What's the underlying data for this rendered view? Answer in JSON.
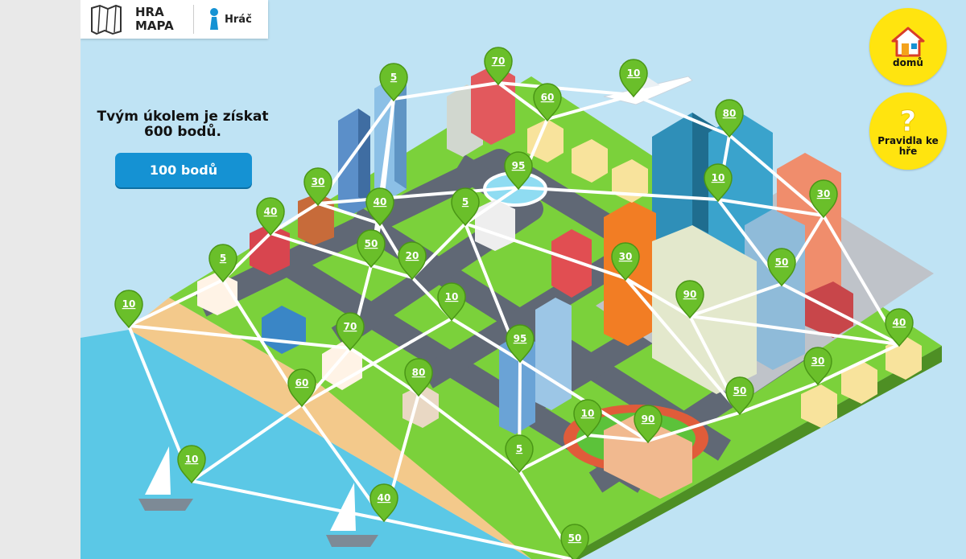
{
  "header": {
    "title": "HRA MAPA",
    "player_label": "Hráč",
    "map_icon": "map-icon",
    "pawn_icon": "pawn-icon"
  },
  "task": {
    "text": "Tvým úkolem je získat 600 bodů.",
    "score": "100 bodů"
  },
  "buttons": {
    "home_label": "domů",
    "home_icon": "house-icon",
    "rules_label": "Pravidla ke hře",
    "rules_icon": "question-mark-icon"
  },
  "colors": {
    "pin": "#6abf2a",
    "pin_dark": "#4a9616",
    "road": "#606875",
    "grass": "#7bd13b",
    "sea": "#5bc8e6",
    "sand": "#f3c98b",
    "accent": "#1592d3",
    "button_yellow": "#ffe40f"
  },
  "pins": [
    {
      "value": "70"
    },
    {
      "value": "5"
    },
    {
      "value": "60"
    },
    {
      "value": "10"
    },
    {
      "value": "80"
    },
    {
      "value": "95"
    },
    {
      "value": "30"
    },
    {
      "value": "40"
    },
    {
      "value": "5"
    },
    {
      "value": "10"
    },
    {
      "value": "30"
    },
    {
      "value": "40"
    },
    {
      "value": "50"
    },
    {
      "value": "5"
    },
    {
      "value": "20"
    },
    {
      "value": "10"
    },
    {
      "value": "50"
    },
    {
      "value": "30"
    },
    {
      "value": "90"
    },
    {
      "value": "10"
    },
    {
      "value": "70"
    },
    {
      "value": "95"
    },
    {
      "value": "40"
    },
    {
      "value": "80"
    },
    {
      "value": "30"
    },
    {
      "value": "60"
    },
    {
      "value": "50"
    },
    {
      "value": "10"
    },
    {
      "value": "90"
    },
    {
      "value": "5"
    },
    {
      "value": "10"
    },
    {
      "value": "40"
    },
    {
      "value": "50"
    }
  ]
}
